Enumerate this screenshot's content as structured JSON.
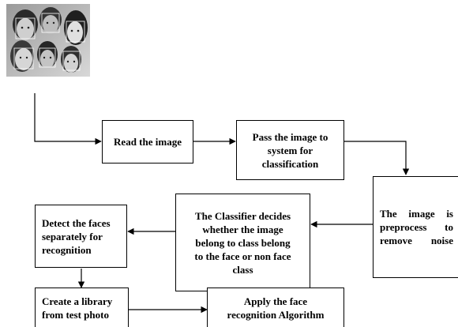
{
  "photo": {
    "icon": "group-faces-photo"
  },
  "steps": {
    "read": "Read the image",
    "pass": "Pass the image to\nsystem for\nclassification",
    "preprocess": "The   image   is\npreprocess    to\nremove noise",
    "classifier": "The Classifier decides\nwhether the image\nbelong to class  belong\nto the face or non face\nclass",
    "detect": "Detect the faces\nseparately for\nrecognition",
    "library": "Create a library\nfrom test photo",
    "apply": "Apply  the face\nrecognition Algorithm"
  }
}
